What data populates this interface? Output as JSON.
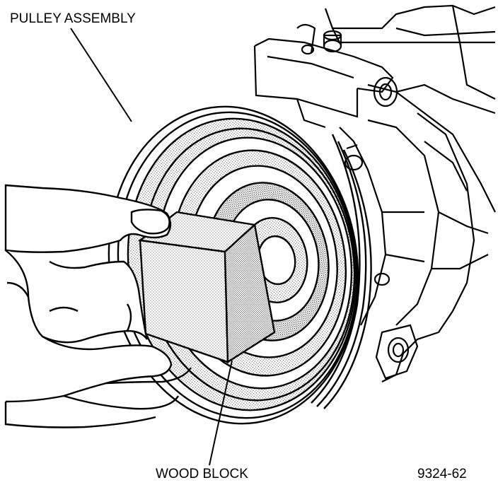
{
  "labels": {
    "pulley_assembly": "PULLEY ASSEMBLY",
    "wood_block": "WOOD BLOCK",
    "figure_number": "9324-62"
  },
  "colors": {
    "line": "#000000",
    "paper": "#ffffff"
  }
}
